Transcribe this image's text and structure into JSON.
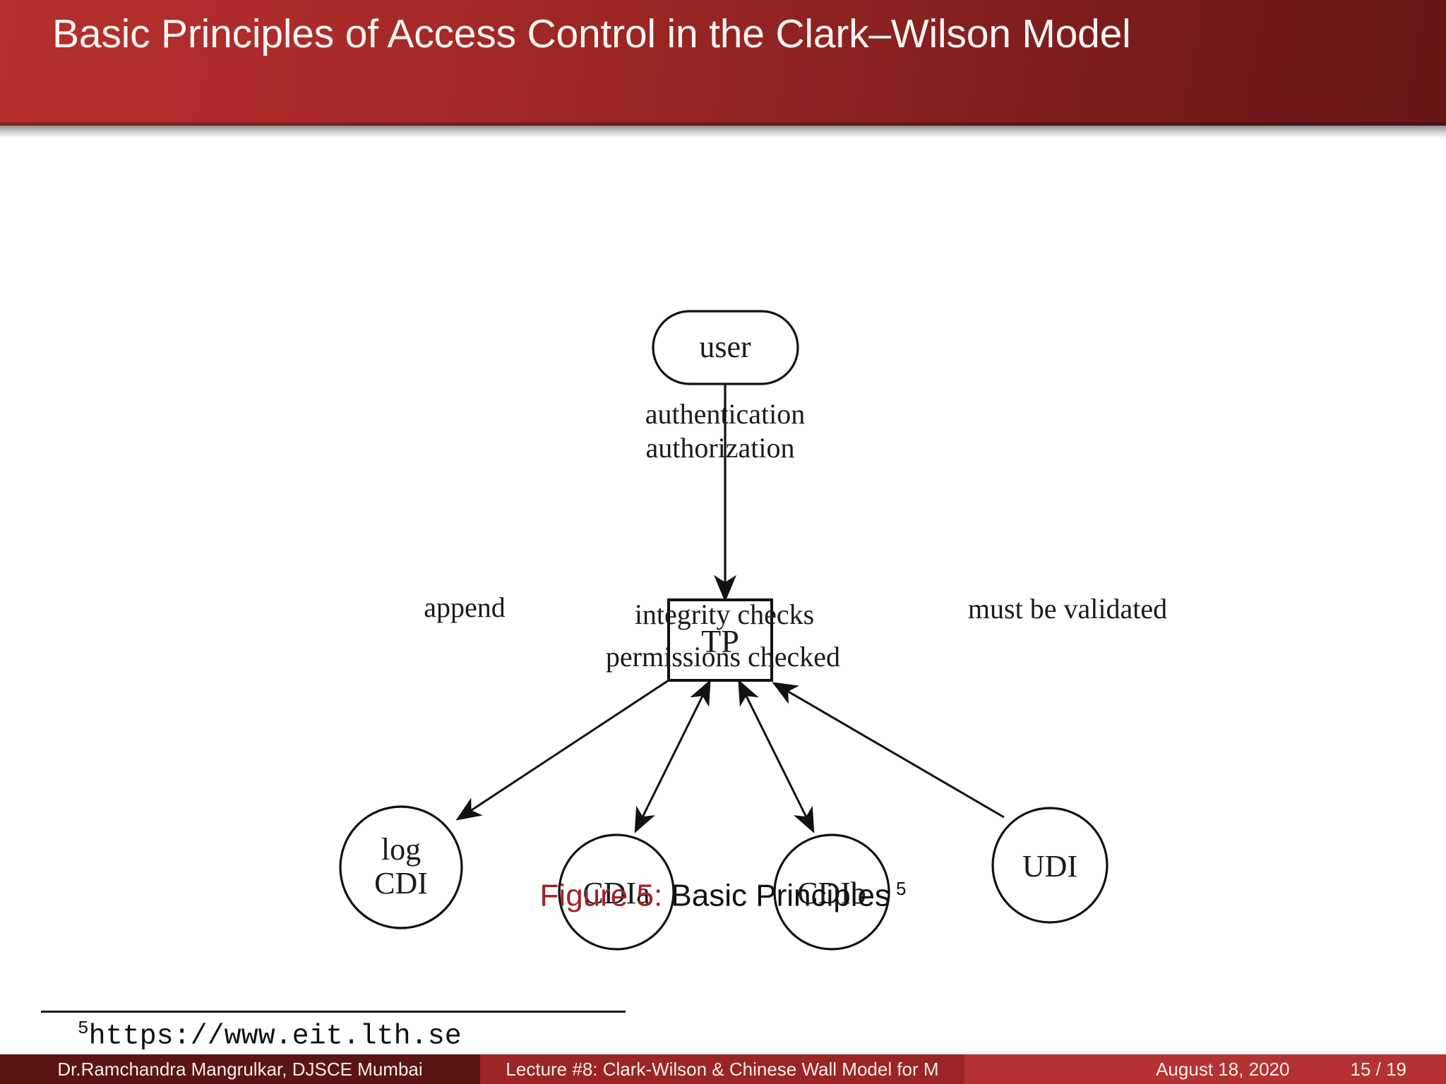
{
  "slide": {
    "title": "Basic Principles of Access Control in the Clark–Wilson Model",
    "accent_red": "#a02226",
    "header_gradient_from": "#b5302e",
    "header_gradient_to": "#661616"
  },
  "diagram": {
    "nodes": [
      {
        "id": "user",
        "label": "user",
        "shape": "stadium"
      },
      {
        "id": "tp",
        "label": "TP",
        "shape": "rect"
      },
      {
        "id": "logcdi",
        "label_line1": "log",
        "label_line2": "CDI",
        "shape": "circle"
      },
      {
        "id": "cdia",
        "label": "CDIa",
        "shape": "circle"
      },
      {
        "id": "cdib",
        "label": "CDIb",
        "shape": "circle"
      },
      {
        "id": "udi",
        "label": "UDI",
        "shape": "circle"
      }
    ],
    "edges": [
      {
        "from": "user",
        "to": "tp",
        "label_line1": "authentication",
        "label_line2": "authorization",
        "arrow": "single"
      },
      {
        "from": "tp",
        "to": "logcdi",
        "label": "append",
        "arrow": "single"
      },
      {
        "from": "tp",
        "to": "cdia",
        "label_line1": "integrity checks",
        "label_line2": "permissions checked",
        "arrow": "double"
      },
      {
        "from": "tp",
        "to": "cdib",
        "arrow": "double"
      },
      {
        "from": "udi",
        "to": "tp",
        "label": "must be validated",
        "arrow": "single"
      }
    ],
    "labels": {
      "auth_line1": "authentication",
      "auth_line2": "authorization",
      "append": "append",
      "integrity": "integrity checks",
      "permissions": "permissions checked",
      "validated": "must be validated"
    }
  },
  "caption": {
    "prefix": "Figure 5:",
    "text": "Basic Principles",
    "footnote_mark": "5"
  },
  "footnote": {
    "mark": "5",
    "url": "https://www.eit.lth.se"
  },
  "footer": {
    "author": "Dr.Ramchandra Mangrulkar, DJSCE Mumbai",
    "lecture": "Lecture #8: Clark-Wilson & Chinese Wall Model for M",
    "date": "August 18, 2020",
    "page": "15 / 19"
  }
}
